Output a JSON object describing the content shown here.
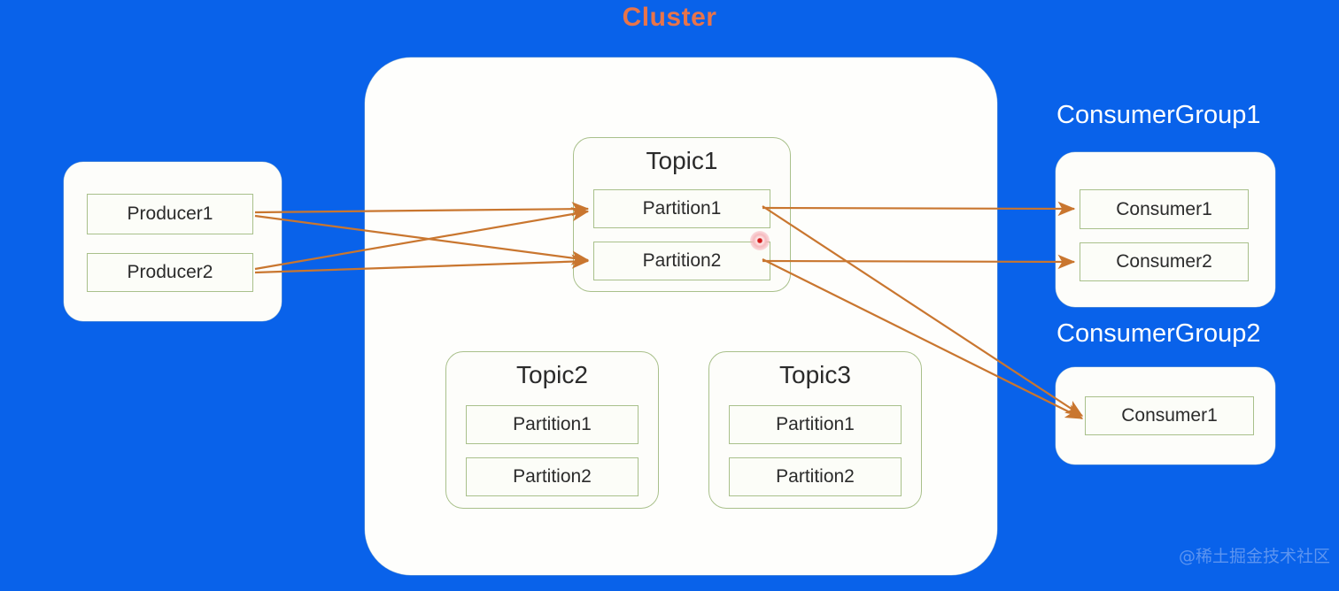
{
  "background_color": "#0962ea",
  "accent_color": "#e8744a",
  "arrow_color": "#c9762f",
  "box_border_color": "#a9c08b",
  "cluster": {
    "title": "Cluster",
    "topics": [
      {
        "name": "Topic1",
        "partitions": [
          "Partition1",
          "Partition2"
        ]
      },
      {
        "name": "Topic2",
        "partitions": [
          "Partition1",
          "Partition2"
        ]
      },
      {
        "name": "Topic3",
        "partitions": [
          "Partition1",
          "Partition2"
        ]
      }
    ]
  },
  "producers": {
    "items": [
      "Producer1",
      "Producer2"
    ]
  },
  "consumer_groups": [
    {
      "title": "ConsumerGroup1",
      "consumers": [
        "Consumer1",
        "Consumer2"
      ]
    },
    {
      "title": "ConsumerGroup2",
      "consumers": [
        "Consumer1"
      ]
    }
  ],
  "marker": {
    "name": "red-dot-marker",
    "color": "#d11a1a"
  },
  "watermark": {
    "text": "@稀土掘金技术社区"
  }
}
